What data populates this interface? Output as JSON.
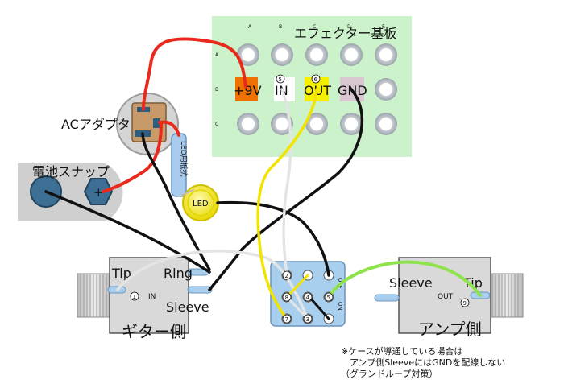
{
  "board": {
    "title": "エフェクター基板",
    "col_letters": [
      "A",
      "B",
      "C",
      "D",
      "E"
    ],
    "row_letters": [
      "A",
      "B",
      "C"
    ],
    "pin_9v": "+9V",
    "pin_in": "IN",
    "pin_out": "OUT",
    "pin_gnd": "GND",
    "num_in": "5",
    "num_out": "6"
  },
  "ac_adapter": {
    "label": "ACアダプタ"
  },
  "battery": {
    "label": "電池スナップ",
    "plus": "+"
  },
  "resistor": {
    "label": "LED用抵抗"
  },
  "led": {
    "label": "LED"
  },
  "guitar_jack": {
    "label": "ギター側",
    "tip": "Tip",
    "ring": "Ring",
    "sleeve": "Sleeve",
    "side": "IN",
    "num": "1"
  },
  "amp_jack": {
    "label": "アンプ側",
    "tip": "Tip",
    "sleeve": "Sleeve",
    "side": "OUT",
    "num": "9"
  },
  "switch": {
    "off": "OFF",
    "on": "ON",
    "nums": [
      "2",
      "4",
      "8",
      "5",
      "7",
      "3"
    ]
  },
  "note": "※ケースが導通している場合は\n　アンプ側SleeveにはGNDを配線しない\n（グランドループ対策）",
  "colors": {
    "board": "#ccf2cc",
    "wire_red": "#e8291c",
    "wire_black": "#111111",
    "wire_yellow": "#f2e400",
    "wire_white": "#f4f4f4",
    "wire_green": "#8fe34a",
    "switch": "#a9cfee",
    "jack": "#d9d9d9",
    "led": "#f7e81c"
  }
}
